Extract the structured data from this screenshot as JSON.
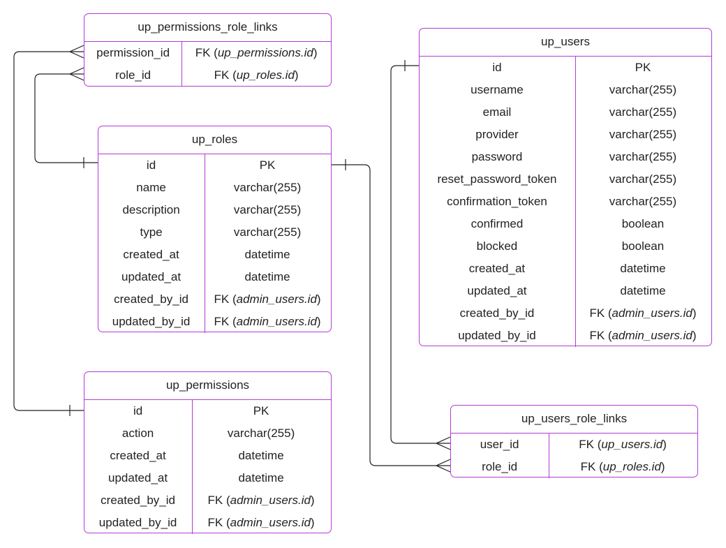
{
  "entities": {
    "links": {
      "name": "up_permissions_role_links",
      "rows": [
        {
          "col": "permission_id",
          "pre": "FK (",
          "ref": "up_permissions.id",
          "post": ")"
        },
        {
          "col": "role_id",
          "pre": "FK (",
          "ref": "up_roles.id",
          "post": ")"
        }
      ]
    },
    "roles": {
      "name": "up_roles",
      "rows": [
        {
          "col": "id",
          "type": "PK"
        },
        {
          "col": "name",
          "type": "varchar(255)"
        },
        {
          "col": "description",
          "type": "varchar(255)"
        },
        {
          "col": "type",
          "type": "varchar(255)"
        },
        {
          "col": "created_at",
          "type": "datetime"
        },
        {
          "col": "updated_at",
          "type": "datetime"
        },
        {
          "col": "created_by_id",
          "pre": "FK (",
          "ref": "admin_users.id",
          "post": ")"
        },
        {
          "col": "updated_by_id",
          "pre": "FK (",
          "ref": "admin_users.id",
          "post": ")"
        }
      ]
    },
    "users": {
      "name": "up_users",
      "rows": [
        {
          "col": "id",
          "type": "PK"
        },
        {
          "col": "username",
          "type": "varchar(255)"
        },
        {
          "col": "email",
          "type": "varchar(255)"
        },
        {
          "col": "provider",
          "type": "varchar(255)"
        },
        {
          "col": "password",
          "type": "varchar(255)"
        },
        {
          "col": "reset_password_token",
          "type": "varchar(255)"
        },
        {
          "col": "confirmation_token",
          "type": "varchar(255)"
        },
        {
          "col": "confirmed",
          "type": "boolean"
        },
        {
          "col": "blocked",
          "type": "boolean"
        },
        {
          "col": "created_at",
          "type": "datetime"
        },
        {
          "col": "updated_at",
          "type": "datetime"
        },
        {
          "col": "created_by_id",
          "pre": "FK (",
          "ref": "admin_users.id",
          "post": ")"
        },
        {
          "col": "updated_by_id",
          "pre": "FK (",
          "ref": "admin_users.id",
          "post": ")"
        }
      ]
    },
    "permissions": {
      "name": "up_permissions",
      "rows": [
        {
          "col": "id",
          "type": "PK"
        },
        {
          "col": "action",
          "type": "varchar(255)"
        },
        {
          "col": "created_at",
          "type": "datetime"
        },
        {
          "col": "updated_at",
          "type": "datetime"
        },
        {
          "col": "created_by_id",
          "pre": "FK (",
          "ref": "admin_users.id",
          "post": ")"
        },
        {
          "col": "updated_by_id",
          "pre": "FK (",
          "ref": "admin_users.id",
          "post": ")"
        }
      ]
    },
    "user_role_links": {
      "name": "up_users_role_links",
      "rows": [
        {
          "col": "user_id",
          "pre": "FK (",
          "ref": "up_users.id",
          "post": ")"
        },
        {
          "col": "role_id",
          "pre": "FK (",
          "ref": "up_roles.id",
          "post": ")"
        }
      ]
    }
  },
  "colors": {
    "border": "#b23bd6",
    "line": "#222222"
  }
}
